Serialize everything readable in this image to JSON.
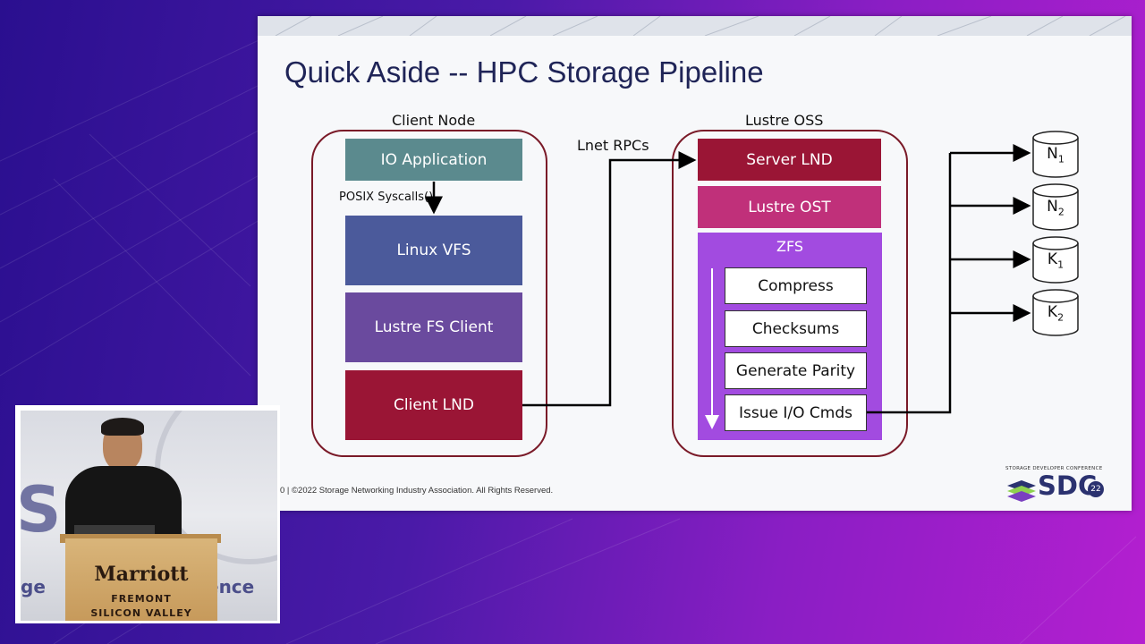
{
  "slide": {
    "title": "Quick Aside -- HPC Storage Pipeline",
    "footer": "0 | ©2022 Storage Networking Industry Association. All Rights Reserved.",
    "logo_caption": "STORAGE DEVELOPER CONFERENCE",
    "logo_text": "SDC",
    "logo_year": "22"
  },
  "client_node": {
    "label": "Client Node",
    "boxes": {
      "io_application": "IO Application",
      "posix": "POSIX Syscalls()",
      "linux_vfs": "Linux VFS",
      "lustre_fs_client": "Lustre FS Client",
      "client_lnd": "Client LND"
    }
  },
  "link_label": "Lnet RPCs",
  "lustre_oss": {
    "label": "Lustre OSS",
    "server_lnd": "Server LND",
    "lustre_ost": "Lustre OST",
    "zfs": {
      "label": "ZFS",
      "steps": [
        "Compress",
        "Checksums",
        "Generate Parity",
        "Issue I/O Cmds"
      ]
    }
  },
  "drives": [
    {
      "letter": "N",
      "sub": "1"
    },
    {
      "letter": "N",
      "sub": "2"
    },
    {
      "letter": "K",
      "sub": "1"
    },
    {
      "letter": "K",
      "sub": "2"
    }
  ],
  "presenter": {
    "podium_brand": "Marriott",
    "podium_line1": "FREMONT",
    "podium_line2": "SILICON VALLEY",
    "backdrop_left": "ge",
    "backdrop_right": "ence"
  },
  "colors": {
    "io_application": "#5b8a8e",
    "linux_vfs": "#4b5a9b",
    "lustre_fs_client": "#6a4a9e",
    "client_lnd": "#9a1535",
    "server_lnd": "#9a1535",
    "lustre_ost": "#c0307a",
    "zfs": "#a24be0",
    "title": "#1f2457"
  }
}
